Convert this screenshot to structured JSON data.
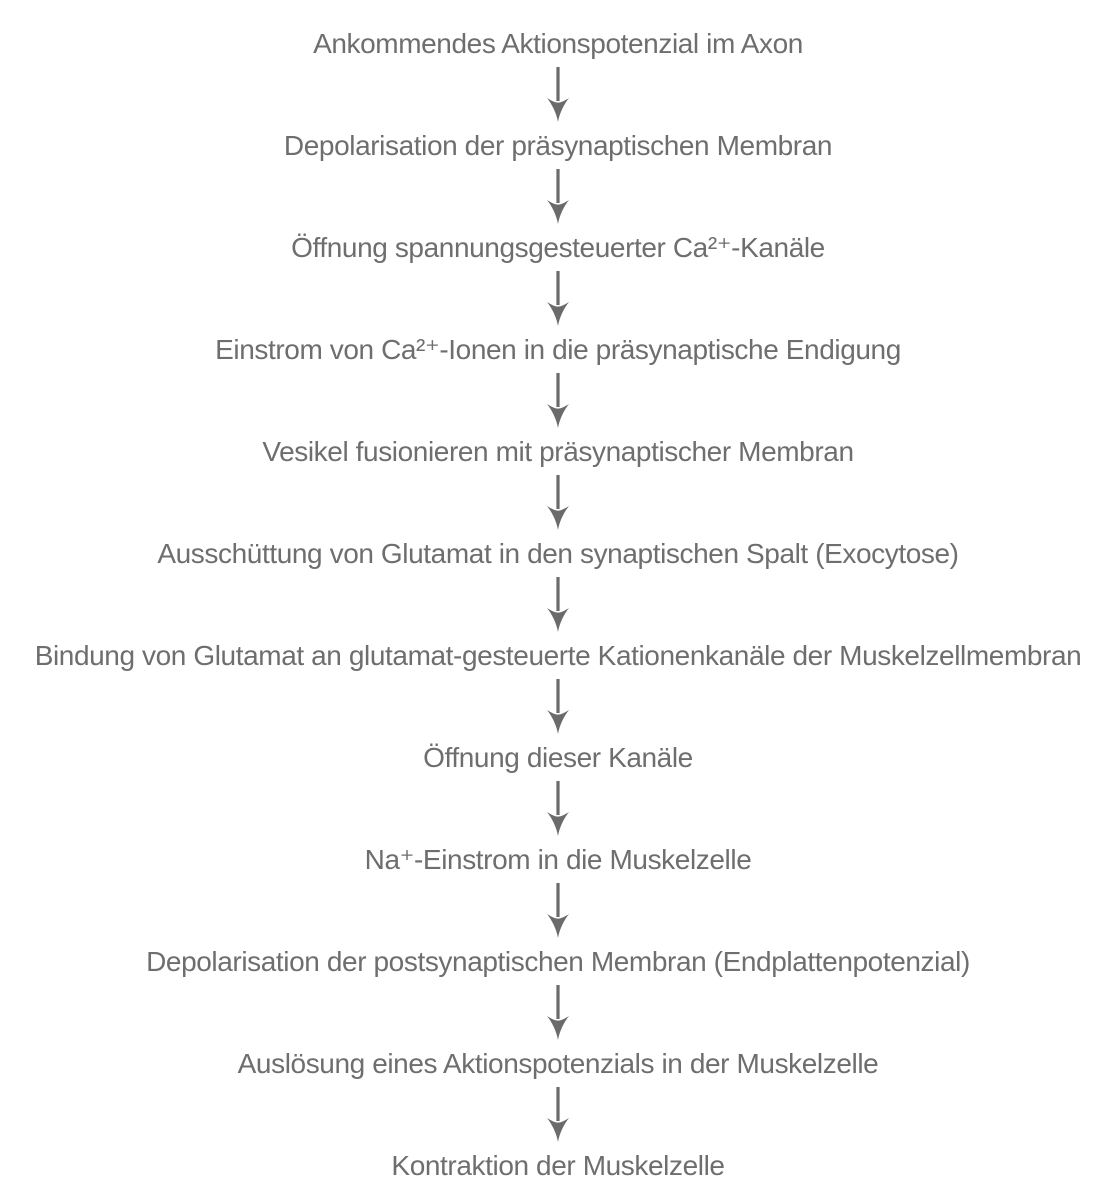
{
  "flowchart": {
    "description": "Vertical flowchart of signal transmission at the neuromuscular junction (German)",
    "colors": {
      "background": "#ffffff",
      "text": "#6e6e6e",
      "arrow": "#6b6b6b"
    },
    "arrow_icon": "down-arrow",
    "steps": [
      {
        "label": "Ankommendes Aktionspotenzial im Axon"
      },
      {
        "label": "Depolarisation der präsynaptischen Membran"
      },
      {
        "label": "Öffnung spannungsgesteuerter Ca²⁺-Kanäle"
      },
      {
        "label": "Einstrom von Ca²⁺-Ionen in die präsynaptische Endigung"
      },
      {
        "label": "Vesikel fusionieren mit präsynaptischer Membran"
      },
      {
        "label": "Ausschüttung von Glutamat in den synaptischen Spalt (Exocytose)"
      },
      {
        "label": "Bindung von Glutamat an glutamat-gesteuerte Kationenkanäle der Muskelzellmembran"
      },
      {
        "label": "Öffnung dieser Kanäle"
      },
      {
        "label": "Na⁺-Einstrom in die Muskelzelle"
      },
      {
        "label": "Depolarisation der postsynaptischen Membran (Endplattenpotenzial)"
      },
      {
        "label": "Auslösung eines Aktionspotenzials in der Muskelzelle"
      },
      {
        "label": "Kontraktion der Muskelzelle"
      }
    ]
  }
}
